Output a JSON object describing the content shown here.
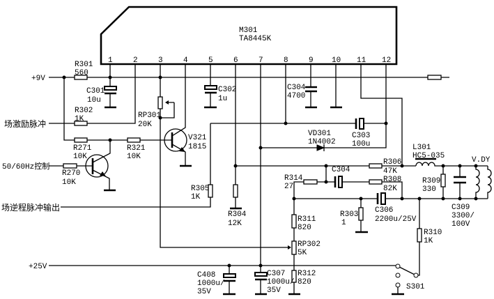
{
  "ic": {
    "ref": "M301",
    "part": "TA8445K",
    "pins": [
      "1",
      "2",
      "3",
      "4",
      "5",
      "6",
      "7",
      "8",
      "9",
      "10",
      "11",
      "12"
    ]
  },
  "signals": {
    "plus9v": "+9V",
    "plus25v": "+25V",
    "field_drive_pulse": "场激励脉冲",
    "hz_control": "50/60Hz控制",
    "flyback_pulse_out": "场逆程脉冲输出",
    "yoke": "V.DY"
  },
  "components": {
    "R301": {
      "ref": "R301",
      "value": "560"
    },
    "R302": {
      "ref": "R302",
      "value": "1K"
    },
    "R271": {
      "ref": "R271",
      "value": "10K"
    },
    "R321": {
      "ref": "R321",
      "value": "10K"
    },
    "R270": {
      "ref": "R270",
      "value": "10K"
    },
    "C301": {
      "ref": "C301",
      "value": "10u"
    },
    "C302": {
      "ref": "C302",
      "value": "1u"
    },
    "RP301": {
      "ref": "RP301",
      "value": "20K"
    },
    "V321": {
      "ref": "V321",
      "value": "1815"
    },
    "C304a": {
      "ref": "C304",
      "value": "4700"
    },
    "VD301": {
      "ref": "VD301",
      "value": "1N4002"
    },
    "C303": {
      "ref": "C303",
      "value": "100u"
    },
    "L301": {
      "ref": "L301",
      "value": "HC5-035"
    },
    "R305": {
      "ref": "R305",
      "value": "1K"
    },
    "R304": {
      "ref": "R304",
      "value": "12K"
    },
    "R314": {
      "ref": "R314",
      "value": "27"
    },
    "C304b": {
      "ref": "C304"
    },
    "R306": {
      "ref": "R306",
      "value": "47K"
    },
    "R308": {
      "ref": "R308",
      "value": "82K"
    },
    "R309": {
      "ref": "R309",
      "value": "330"
    },
    "C309": {
      "ref": "C309",
      "value1": "3300/",
      "value2": "100V"
    },
    "R303": {
      "ref": "R303",
      "value": "1"
    },
    "C306": {
      "ref": "C306",
      "value": "2200u/25V"
    },
    "R311": {
      "ref": "R311",
      "value": "820"
    },
    "RP302": {
      "ref": "RP302",
      "value": "5K"
    },
    "R312": {
      "ref": "R312",
      "value": "820"
    },
    "R310": {
      "ref": "R310",
      "value": "1K"
    },
    "C307": {
      "ref": "C307",
      "value1": "1000u/",
      "value2": "35V"
    },
    "C408": {
      "ref": "C408",
      "value1": "1000u/",
      "value2": "35V"
    },
    "S301": {
      "ref": "S301"
    }
  }
}
